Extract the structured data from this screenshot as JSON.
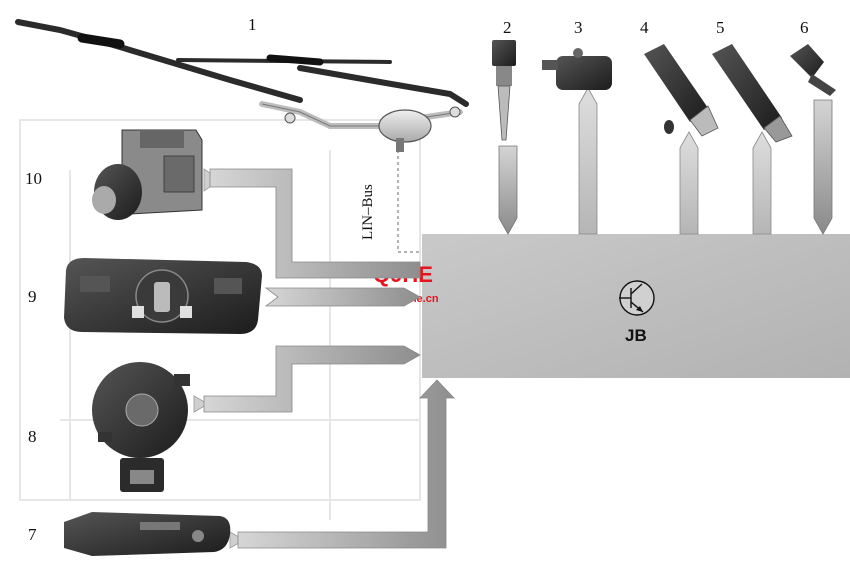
{
  "diagram": {
    "component_numbers": [
      "1",
      "2",
      "3",
      "4",
      "5",
      "6",
      "7",
      "8",
      "9",
      "10"
    ],
    "bus_label": "LIN–Bus",
    "module_label": "JB",
    "watermark": {
      "logo_text": "Q9HE",
      "site": "bunwche.cn"
    },
    "colors": {
      "module_fill": "#bfbfbf",
      "arrow_light": "#d8d8d8",
      "arrow_dark": "#8a8a8a",
      "component_dark": "#2b2b2b",
      "watermark": "#e8141d"
    }
  }
}
